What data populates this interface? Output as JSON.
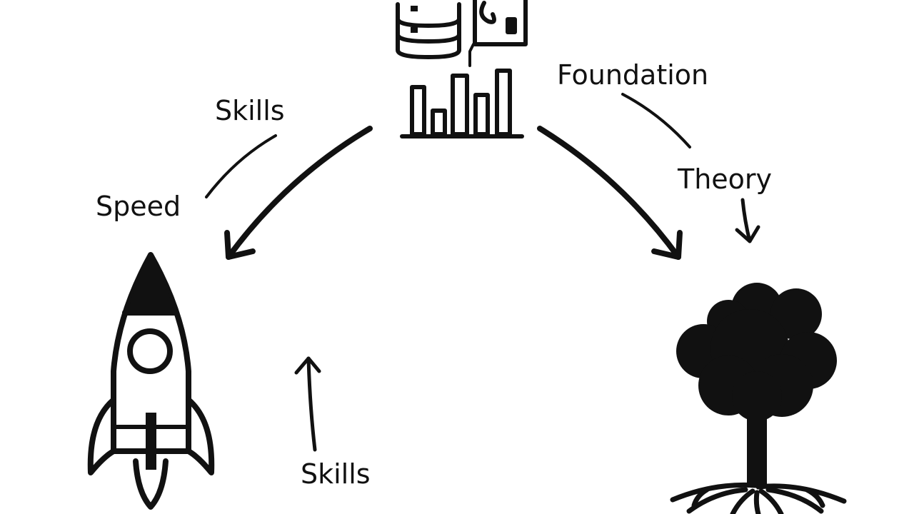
{
  "colors": {
    "ink": "#111111",
    "background": "#ffffff"
  },
  "icons": {
    "top": "database-chart-icon",
    "left": "rocket-icon",
    "right": "tree-icon"
  },
  "labels": {
    "skills_top": "Skills",
    "speed": "Speed",
    "foundation": "Foundation",
    "theory": "Theory",
    "skills_bottom": "Skills"
  }
}
